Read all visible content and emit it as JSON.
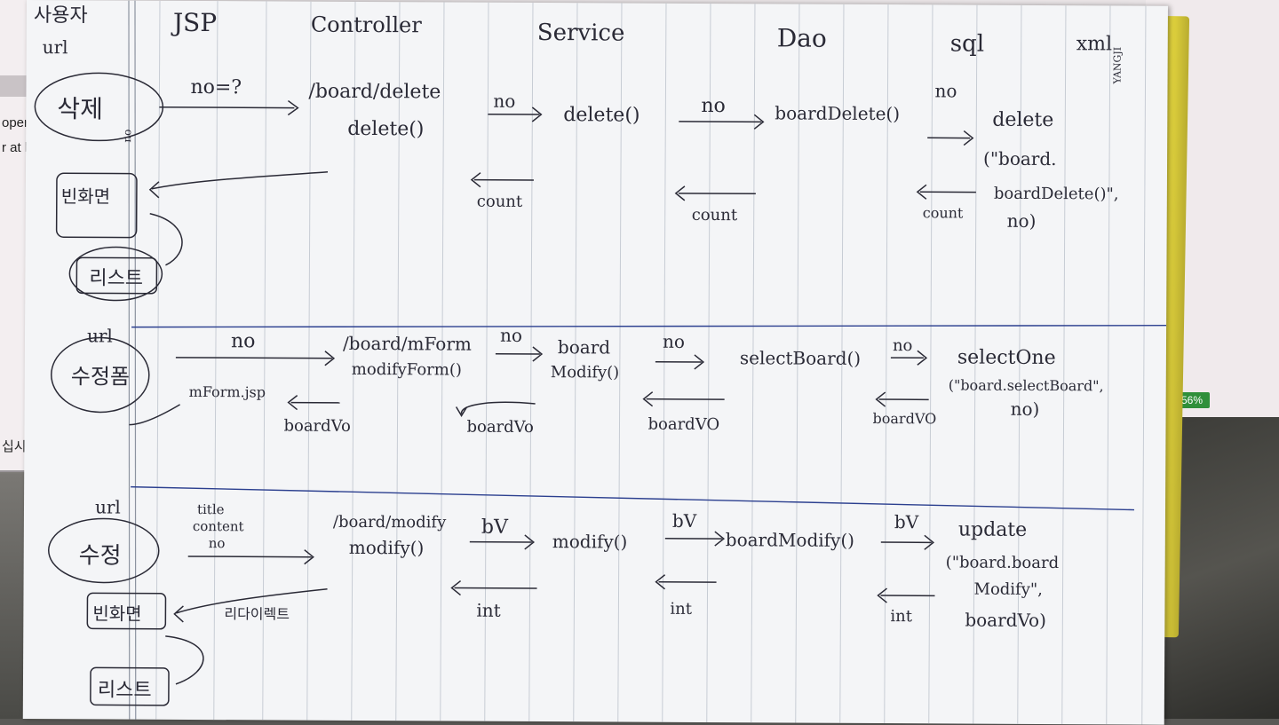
{
  "screen_left": {
    "text_1": "oper",
    "text_2": "r at lc",
    "text_3": "십시오."
  },
  "screen_right": {
    "battery": "56%"
  },
  "corner_brand": "YANGJI",
  "headers": {
    "user": "사용자",
    "user_url": "url",
    "jsp": "JSP",
    "controller": "Controller",
    "service": "Service",
    "dao": "Dao",
    "sql": "sql",
    "xml": "xml"
  },
  "delete_row": {
    "action": "삭제",
    "action_note": "no",
    "param": "no=?",
    "controller_url": "/board/delete",
    "controller_method": "delete()",
    "arg_ctrl": "no",
    "service_method": "delete()",
    "arg_svc": "no",
    "dao_method": "boardDelete()",
    "arg_dao": "no",
    "sql_1": "delete",
    "sql_2": "(\"board.",
    "sql_3": "boardDelete()\",",
    "sql_4": "no)",
    "ret_ctrl": "count",
    "ret_svc": "count",
    "ret_dao": "count",
    "redirect_box": "빈화면",
    "list_box": "리스트"
  },
  "modify_form_row": {
    "url": "url",
    "action": "수정폼",
    "param": "no",
    "controller_url": "/board/mForm",
    "controller_method": "modifyForm()",
    "arg_ctrl": "no",
    "service_method_1": "board",
    "service_method_2": "Modify()",
    "arg_svc": "no",
    "dao_method": "selectBoard()",
    "arg_dao": "no",
    "sql_1": "selectOne",
    "sql_2": "(\"board.selectBoard\",",
    "sql_3": "no)",
    "view": "mForm.jsp",
    "ret_jsp": "boardVo",
    "ret_ctrl": "boardVo",
    "ret_svc": "boardVO",
    "ret_dao": "boardVO"
  },
  "modify_row": {
    "url": "url",
    "action": "수정",
    "param_1": "title",
    "param_2": "content",
    "param_3": "no",
    "controller_url": "/board/modify",
    "controller_method": "modify()",
    "arg_ctrl": "bV",
    "service_method": "modify()",
    "arg_svc": "bV",
    "dao_method": "boardModify()",
    "arg_dao": "bV",
    "sql_1": "update",
    "sql_2": "(\"board.board",
    "sql_3": "Modify\",",
    "sql_4": "boardVo)",
    "ret_ctrl": "int",
    "ret_svc": "int",
    "ret_dao": "int",
    "redirect_box": "빈화면",
    "redirect_note": "리다이렉트",
    "list_box": "리스트"
  }
}
